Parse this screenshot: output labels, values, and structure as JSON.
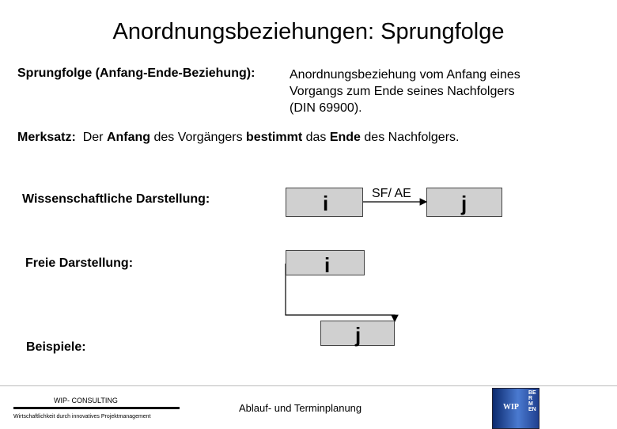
{
  "slide": {
    "title": "Anordnungsbeziehungen: Sprungfolge",
    "definition_term": "Sprungfolge (Anfang-Ende-Beziehung):",
    "definition_lines": [
      "Anordnungsbeziehung vom Anfang eines",
      "Vorgangs zum Ende seines Nachfolgers",
      "(DIN 69900)."
    ],
    "merksatz": {
      "prefix": "Merksatz:",
      "parts": [
        "Der ",
        "Anfang",
        " des Vorgängers ",
        "bestimmt",
        " das ",
        "Ende",
        " des Nachfolgers."
      ]
    },
    "labels": {
      "scientific": "Wissenschaftliche Darstellung:",
      "free": "Freie Darstellung:",
      "examples": "Beispiele:"
    },
    "diagram": {
      "scientific_from": "i",
      "scientific_to": "j",
      "relation_label": "SF/ AE",
      "free_from": "i",
      "free_to": "j"
    }
  },
  "footer": {
    "company": "WIP- CONSULTING",
    "tagline": "Wirtschaftlichkeit durch innovatives Projektmanagement",
    "topic": "Ablauf- und Terminplanung",
    "logo_text": "WIP",
    "logo_side": "BERMEN"
  },
  "colors": {
    "node_fill": "#d0d0d0",
    "logo_blue": "#1f3f8f"
  }
}
